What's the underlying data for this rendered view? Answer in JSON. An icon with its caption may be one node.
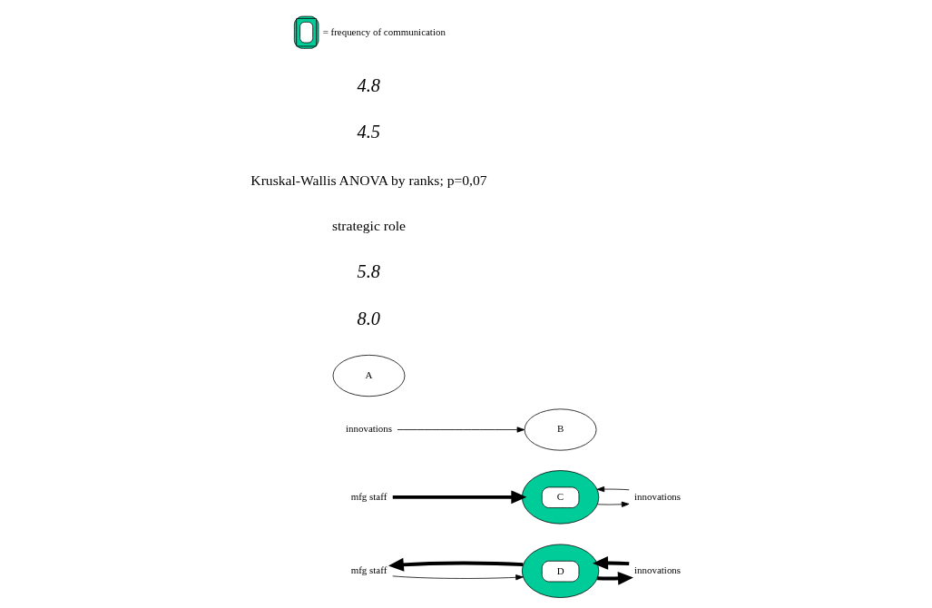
{
  "diagram": {
    "nodes": [
      {
        "text": [
          "mfg staff"
        ]
      },
      {
        "text": [
          "D"
        ]
      },
      {
        "text": [
          "innovations"
        ]
      },
      {
        "text": [
          "mfg staff"
        ]
      },
      {
        "text": [
          "C"
        ]
      },
      {
        "text": [
          "innovations"
        ]
      },
      {
        "text": [
          "innovations"
        ]
      },
      {
        "text": [
          "B"
        ]
      },
      {
        "text": [
          "A"
        ]
      }
    ],
    "edges": [
      {
        "from": 2,
        "to": 1,
        "arrow": "to",
        "style": "thick"
      },
      {
        "from": 1,
        "to": 2,
        "arrow": "to",
        "style": "thick"
      },
      {
        "from": 1,
        "to": 0,
        "arrow": "to",
        "style": "thick"
      },
      {
        "from": 0,
        "to": 1,
        "arrow": "to"
      },
      {
        "from": 3,
        "to": 4,
        "arrow": "to",
        "style": "thick"
      },
      {
        "from": 5,
        "to": 4,
        "arrow": "to"
      },
      {
        "from": 4,
        "to": 5,
        "arrow": "to"
      },
      {
        "from": 6,
        "to": 7,
        "arrow": "to"
      }
    ],
    "labels": [
      "8.0",
      "5.8",
      "strategic role",
      "Kruskal-Wallis ANOVA by ranks; p=0,07",
      "4.5",
      "4.8"
    ],
    "legend": [
      {
        "text": "= frequency of communication"
      }
    ]
  }
}
